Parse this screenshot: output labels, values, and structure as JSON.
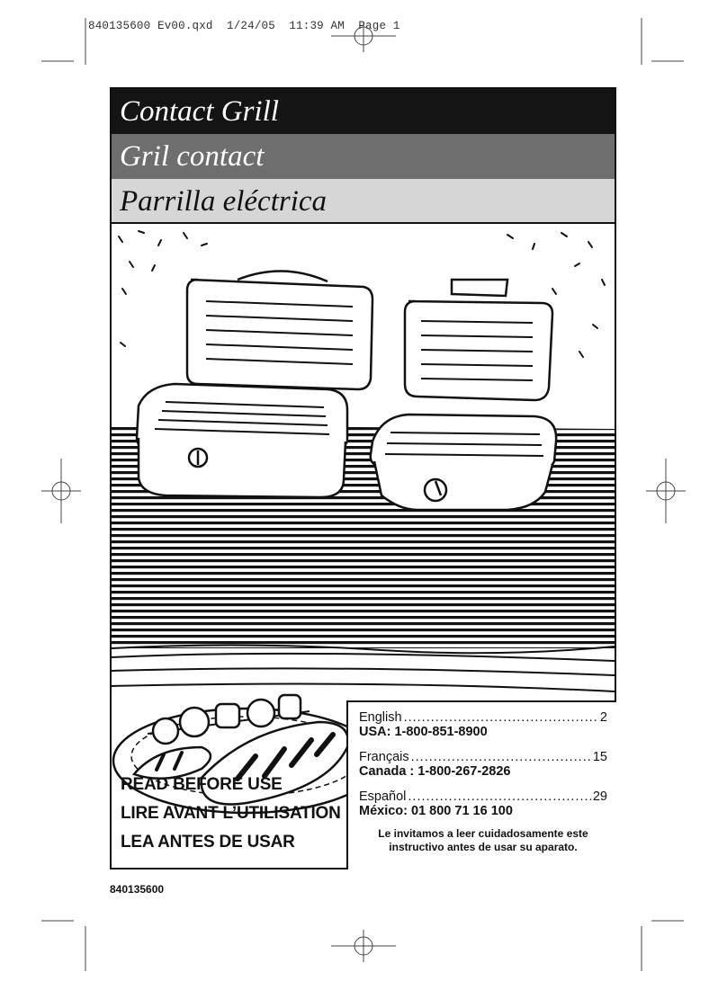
{
  "slug_line": "840135600 Ev00.qxd  1/24/05  11:39 AM  Page 1",
  "titles": {
    "english": "Contact Grill",
    "french": "Gril contact",
    "spanish": "Parrilla eléctrica"
  },
  "read_before_use": {
    "english": "READ BEFORE USE",
    "french": "LIRE AVANT L’UTILISATION",
    "spanish": "LEA ANTES DE USAR"
  },
  "contents": [
    {
      "language": "English",
      "page": "2",
      "phone": "USA: 1-800-851-8900"
    },
    {
      "language": "Français",
      "page": "15",
      "phone": "Canada : 1-800-267-2826"
    },
    {
      "language": "Español",
      "page": "29",
      "phone": "México: 01 800 71 16 100"
    }
  ],
  "spanish_note": {
    "line1": "Le invitamos a leer cuidadosamente este",
    "line2": "instructivo antes de usar su aparato."
  },
  "part_number": "840135600",
  "colors": {
    "band_dark": "#141414",
    "band_mid": "#6e6e6e",
    "band_light": "#d6d6d6"
  }
}
